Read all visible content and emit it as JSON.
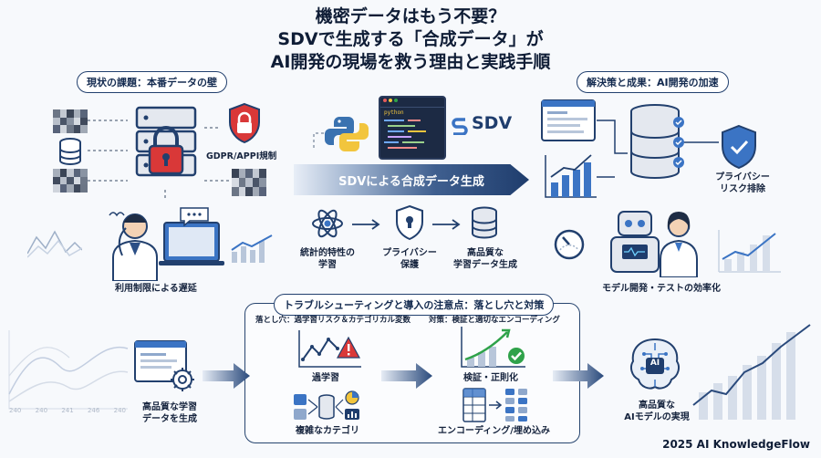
{
  "title": {
    "line1": "機密データはもう不要？",
    "line2": "SDVで生成する「合成データ」が",
    "line3": "AI開発の現場を救う理由と実践手順"
  },
  "left_section": {
    "header": "現状の課題：本番データの壁",
    "gdpr_label": "GDPR/APPI規制",
    "bottom_label": "利用制限による遅延"
  },
  "center_section": {
    "python_label": "python",
    "sdv_logo": "SDV",
    "banner": "SDVによる合成データ生成",
    "steps": [
      {
        "line1": "統計的特性の",
        "line2": "学習"
      },
      {
        "line1": "プライバシー",
        "line2": "保護"
      },
      {
        "line1": "高品質な",
        "line2": "学習データ生成"
      }
    ]
  },
  "right_section": {
    "header": "解決策と成果：AI開発の加速",
    "privacy_line1": "プライバシー",
    "privacy_line2": "リスク排除",
    "bottom_label": "モデル開発・テストの効率化"
  },
  "trouble_section": {
    "header": "トラブルシューティングと導入の注意点：落とし穴と対策",
    "pitfall_header": "落とし穴：過学習リスク＆カテゴリカル変数",
    "measure_header": "対策：検証と適切なエンコーディング",
    "overfit_label": "過学習",
    "category_label": "複雑なカテゴリ",
    "validation_label": "検証・正則化",
    "encoding_label": "エンコーディング/埋め込み"
  },
  "bottom_left": {
    "line1": "高品質な学習",
    "line2": "データを生成",
    "axis_ticks": [
      "240",
      "240",
      "241",
      "246",
      "240"
    ]
  },
  "bottom_right": {
    "line1": "高品質な",
    "line2": "AIモデルの実現",
    "ai_label": "AI"
  },
  "footer": "2025 AI KnowledgeFlow",
  "colors": {
    "navy": "#1f3d6d",
    "red": "#d93838",
    "green": "#2fa24a",
    "blue": "#3b74c4",
    "python_blue": "#3a72b0",
    "python_yellow": "#f2c53d"
  }
}
